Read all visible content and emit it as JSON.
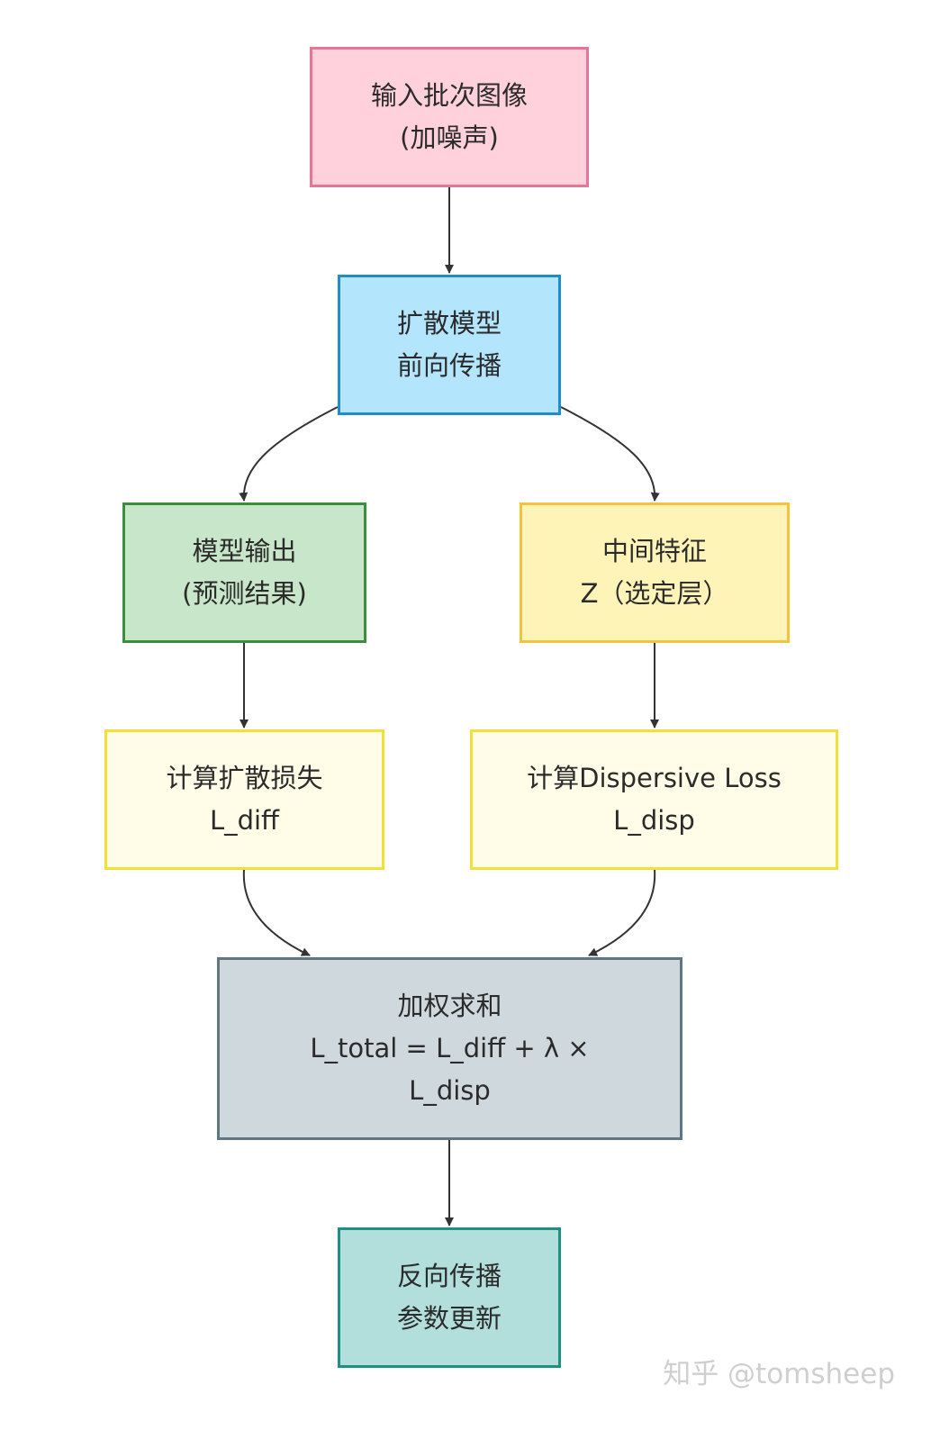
{
  "nodes": {
    "input": {
      "line1": "输入批次图像",
      "line2": "(加噪声)"
    },
    "forward": {
      "line1": "扩散模型",
      "line2": "前向传播"
    },
    "output": {
      "line1": "模型输出",
      "line2": "(预测结果)"
    },
    "features": {
      "line1": "中间特征",
      "line2": "Z（选定层）"
    },
    "l_diff": {
      "line1": "计算扩散损失",
      "line2": "L_diff"
    },
    "l_disp": {
      "line1": "计算Dispersive Loss",
      "line2": "L_disp"
    },
    "weighted_sum": {
      "line1": "加权求和",
      "line2": "L_total = L_diff + λ ×",
      "line3": "L_disp"
    },
    "backward": {
      "line1": "反向传播",
      "line2": "参数更新"
    }
  },
  "colors": {
    "arrow": "#333333",
    "input_fill": "#ffd1dc",
    "forward_fill": "#b3e5fc",
    "output_fill": "#c8e6c9",
    "features_fill": "#fff4b8",
    "loss_fill": "#fffde7",
    "sum_fill": "#cfd8dc",
    "backward_fill": "#b2dfdb"
  },
  "watermark": "知乎 @tomsheep"
}
